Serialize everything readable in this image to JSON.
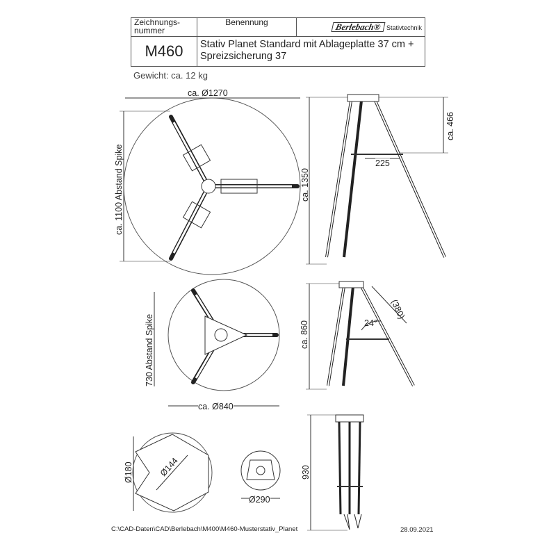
{
  "title_block": {
    "number_header": "Zeichnungs-\nnummer",
    "name_header": "Benennung",
    "brand": "Berlebach®",
    "brand_sub": "Stativtechnik",
    "number": "M460",
    "name": "Stativ Planet Standard mit Ablageplatte 37 cm + Spreizsicherung 37"
  },
  "weight": "Gewicht: ca. 12 kg",
  "dimensions": {
    "top_diameter": "ca. Ø1270",
    "top_spike_distance": "ca. 1100  Abstand Spike",
    "top_height": "ca. 1350",
    "top_466": "ca. 466",
    "top_225": "225",
    "mid_spike_distance": "730  Abstand Spike",
    "mid_diameter": "ca. Ø840",
    "mid_height": "ca. 860",
    "mid_angle": "24°",
    "mid_380": "(380)",
    "plate_180": "Ø180",
    "plate_144": "Ø144",
    "folded_290": "Ø290",
    "folded_height": "930"
  },
  "footer": {
    "path": "C:\\CAD-Daten\\CAD\\Berlebach\\M400\\M460-Musterstativ_Planet",
    "date": "28.09.2021"
  }
}
